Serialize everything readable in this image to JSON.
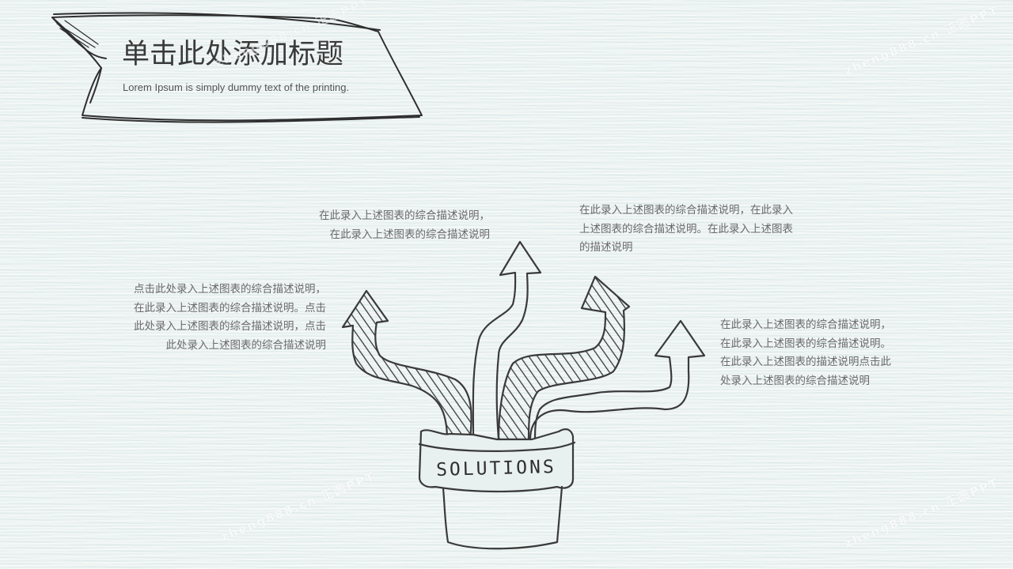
{
  "header": {
    "title": "单击此处添加标题",
    "subtitle": "Lorem Ipsum is simply dummy  text of the printing."
  },
  "graphic": {
    "label": "SOLUTIONS",
    "icon": "solutions-arrows-icon"
  },
  "descriptions": {
    "top_left": [
      "在此录入上述图表的综合描述说明，",
      "在此录入上述图表的综合描述说明"
    ],
    "top_right": [
      "在此录入上述图表的综合描述说明，在此录入",
      "上述图表的综合描述说明。在此录入上述图表",
      "的描述说明"
    ],
    "mid_left": [
      "点击此处录入上述图表的综合描述说明，",
      "在此录入上述图表的综合描述说明。点击",
      "此处录入上述图表的综合描述说明，点击",
      "此处录入上述图表的综合描述说明"
    ],
    "mid_right": [
      "在此录入上述图表的综合描述说明，",
      "在此录入上述图表的综合描述说明。",
      "在此录入上述图表的描述说明点击此",
      "处录入上述图表的综合描述说明"
    ]
  },
  "watermark": {
    "text": "zheng888.cn 正圆PPT"
  },
  "colors": {
    "background": "#e9f1f0",
    "ink": "#3a3a3a",
    "text": "#6a6a6a"
  }
}
